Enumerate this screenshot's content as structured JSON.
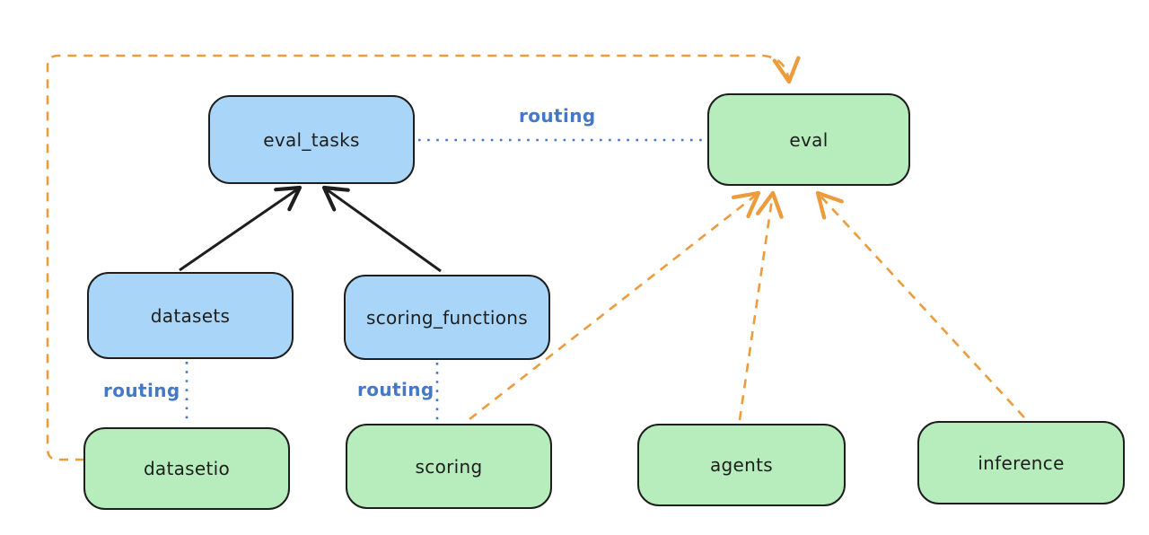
{
  "diagram": {
    "nodes": [
      {
        "id": "eval_tasks",
        "label": "eval_tasks",
        "kind": "blue"
      },
      {
        "id": "eval",
        "label": "eval",
        "kind": "green"
      },
      {
        "id": "datasets",
        "label": "datasets",
        "kind": "blue"
      },
      {
        "id": "scoring_functions",
        "label": "scoring_functions",
        "kind": "blue"
      },
      {
        "id": "datasetio",
        "label": "datasetio",
        "kind": "green"
      },
      {
        "id": "scoring",
        "label": "scoring",
        "kind": "green"
      },
      {
        "id": "agents",
        "label": "agents",
        "kind": "green"
      },
      {
        "id": "inference",
        "label": "inference",
        "kind": "green"
      }
    ],
    "edges": [
      {
        "from": "datasets",
        "to": "eval_tasks",
        "style": "solid-black",
        "label": ""
      },
      {
        "from": "scoring_functions",
        "to": "eval_tasks",
        "style": "solid-black",
        "label": ""
      },
      {
        "from": "eval_tasks",
        "to": "eval",
        "style": "dotted-blue",
        "label": "routing"
      },
      {
        "from": "datasets",
        "to": "datasetio",
        "style": "dotted-blue",
        "label": "routing"
      },
      {
        "from": "scoring_functions",
        "to": "scoring",
        "style": "dotted-blue",
        "label": "routing"
      },
      {
        "from": "datasetio",
        "to": "eval",
        "style": "dashed-orange",
        "label": ""
      },
      {
        "from": "scoring",
        "to": "eval",
        "style": "dashed-orange",
        "label": ""
      },
      {
        "from": "agents",
        "to": "eval",
        "style": "dashed-orange",
        "label": ""
      },
      {
        "from": "inference",
        "to": "eval",
        "style": "dashed-orange",
        "label": ""
      }
    ],
    "colors": {
      "node_blue_fill": "#a9d6f8",
      "node_green_fill": "#b7edbc",
      "stroke_dark": "#1e1e1e",
      "routing_blue": "#4578c6",
      "provider_orange": "#ec9b3d",
      "background": "#ffffff"
    }
  }
}
